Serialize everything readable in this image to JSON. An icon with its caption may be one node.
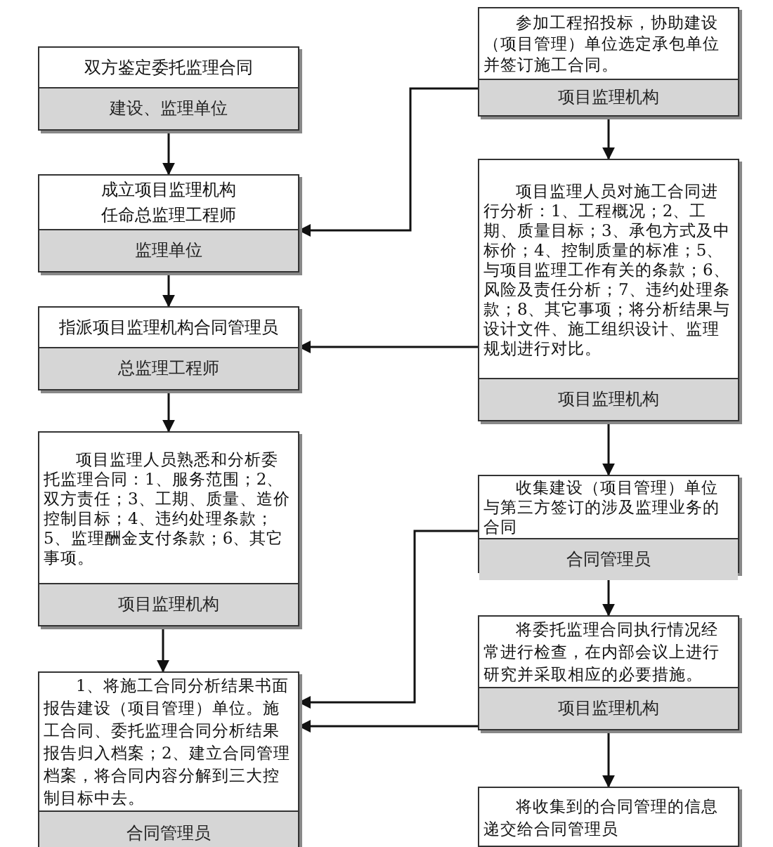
{
  "diagram": {
    "nodes": [
      {
        "text": [
          "双方鉴定委托监理合同",
          "建设、监理单位"
        ]
      },
      {
        "text": [
          "成立项目监理机构任命总监理工程师",
          "监理单位"
        ]
      },
      {
        "text": [
          "指派项目监理机构合同管理员",
          "总监理工程师"
        ]
      },
      {
        "text": [
          "项目监理人员熟悉和分析委托监理合同：1、服务范围；2、双方责任；3、工期、质量、造价控制目标；4、违约处理条款；5、监理酬金支付条款；6、其它事项。",
          "项目监理机构"
        ]
      },
      {
        "text": [
          "1、将施工合同分析结果书面报告建设（项目管理）单位。施工合同、委托监理合同分析结果报告归入档案；2、建立合同管理档案，将合同内容分解到三大控制目标中去。",
          "合同管理员"
        ]
      },
      {
        "text": [
          "参加工程招投标，协助建设（项目管理）单位选定承包单位并签订施工合同。",
          "项目监理机构"
        ]
      },
      {
        "text": [
          "项目监理人员对施工合同进行分析：1、工程概况；2、工期、质量目标；3、承包方式及中标价；4、控制质量的标准；5、与项目监理工作有关的条款；6、风险及责任分析；7、违约处理条款；8、其它事项；将分析结果与设计文件、施工组织设计、监理规划进行对比。",
          "项目监理机构"
        ]
      },
      {
        "text": [
          "收集建设（项目管理）单位与第三方签订的涉及监理业务的合同",
          "合同管理员"
        ]
      },
      {
        "text": [
          "将委托监理合同执行情况经常进行检查，在内部会议上进行研究并采取相应的必要措施。",
          "项目监理机构"
        ]
      },
      {
        "text": [
          "将收集到的合同管理的信息递交给合同管理员"
        ]
      }
    ],
    "edges": [
      {
        "from": 0,
        "to": 1,
        "arrow": "to"
      },
      {
        "from": 1,
        "to": 2,
        "arrow": "to"
      },
      {
        "from": 2,
        "to": 3,
        "arrow": "to"
      },
      {
        "from": 3,
        "to": 4,
        "arrow": "to"
      },
      {
        "from": 5,
        "to": 6,
        "arrow": "to"
      },
      {
        "from": 6,
        "to": 7,
        "arrow": "to"
      },
      {
        "from": 7,
        "to": 8,
        "arrow": "to"
      },
      {
        "from": 8,
        "to": 9,
        "arrow": "to"
      },
      {
        "from": 5,
        "to": 1,
        "arrow": "to"
      },
      {
        "from": 6,
        "to": 2,
        "arrow": "to"
      },
      {
        "from": 7,
        "to": 4,
        "arrow": "to"
      },
      {
        "from": 8,
        "to": 4,
        "arrow": "to"
      }
    ]
  }
}
